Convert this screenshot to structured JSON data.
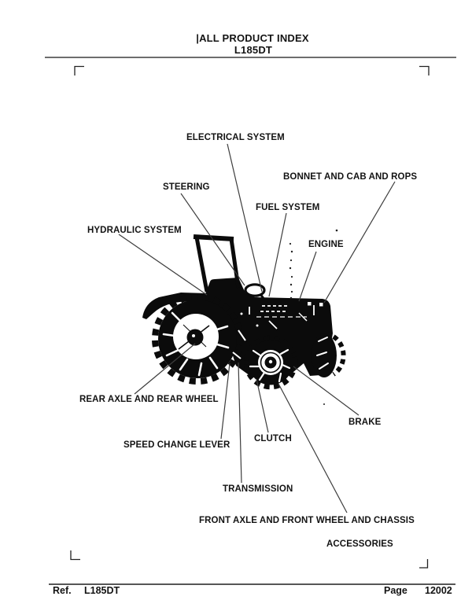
{
  "header": {
    "title": "|ALL PRODUCT INDEX",
    "model": "L185DT"
  },
  "footer": {
    "ref_label": "Ref.",
    "ref_value": "L185DT",
    "page_label": "Page",
    "page_value": "12002"
  },
  "diagram": {
    "subject": "L185DT tractor all product index illustration",
    "labels": [
      {
        "id": "electrical-system",
        "text": "ELECTRICAL SYSTEM"
      },
      {
        "id": "bonnet-and-cab-and-rops",
        "text": "BONNET AND CAB AND ROPS"
      },
      {
        "id": "steering",
        "text": "STEERING"
      },
      {
        "id": "fuel-system",
        "text": "FUEL SYSTEM"
      },
      {
        "id": "hydraulic-system",
        "text": "HYDRAULIC SYSTEM"
      },
      {
        "id": "engine",
        "text": "ENGINE"
      },
      {
        "id": "rear-axle-and-rear-wheel",
        "text": "REAR AXLE AND REAR WHEEL"
      },
      {
        "id": "brake",
        "text": "BRAKE"
      },
      {
        "id": "clutch",
        "text": "CLUTCH"
      },
      {
        "id": "speed-change-lever",
        "text": "SPEED CHANGE LEVER"
      },
      {
        "id": "transmission",
        "text": "TRANSMISSION"
      },
      {
        "id": "front-axle-and-front-wheel-and-chassis",
        "text": "FRONT AXLE AND FRONT WHEEL AND CHASSIS"
      },
      {
        "id": "accessories",
        "text": "ACCESSORIES"
      }
    ]
  },
  "colors": {
    "ink": "#0b0b0b",
    "leader_line": "#3d3d3d",
    "rule": "#6d6d6d",
    "background": "#ffffff"
  }
}
